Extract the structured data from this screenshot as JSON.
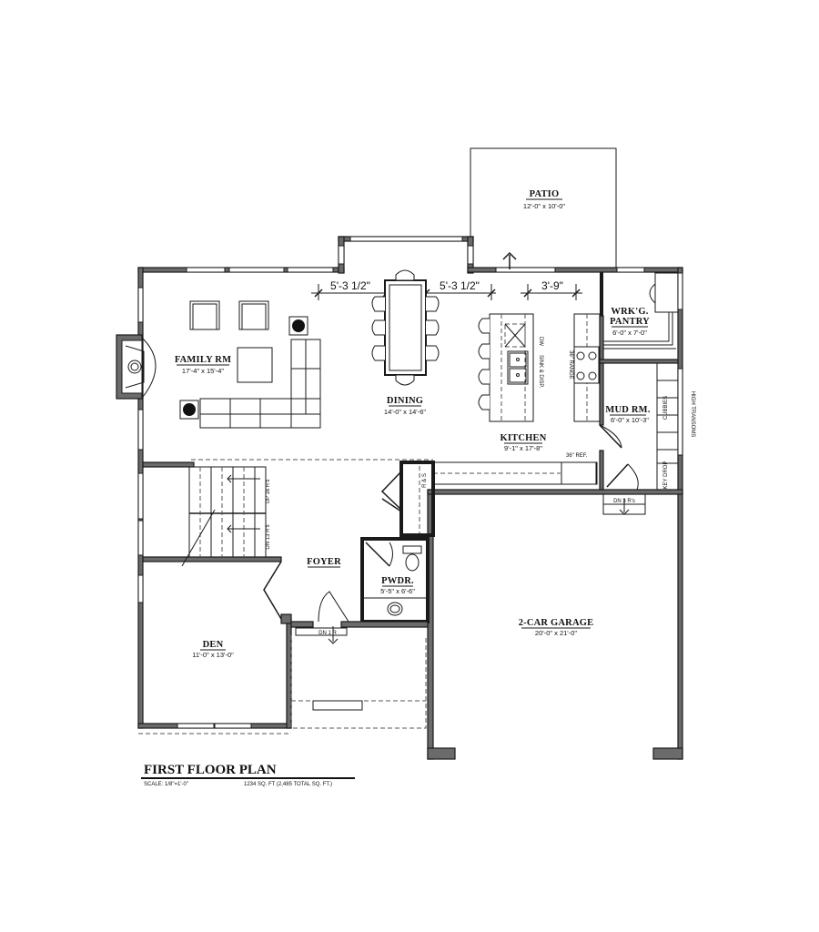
{
  "plan": {
    "title": "FIRST FLOOR PLAN",
    "scale": "SCALE: 1/8\"=1'-0\"",
    "area": "1234 SQ. FT (2,485 TOTAL SQ. FT.)"
  },
  "rooms": {
    "patio": {
      "name": "PATIO",
      "dim": "12'-0\" x 10'-0\""
    },
    "family": {
      "name": "FAMILY RM",
      "dim": "17'-4\" x 15'-4\""
    },
    "dining": {
      "name": "DINING",
      "dim": "14'-0\" x 14'-6\""
    },
    "kitchen": {
      "name": "KITCHEN",
      "dim": "9'-1\" x 17'-8\""
    },
    "pantry": {
      "name1": "WRK'G.",
      "name2": "PANTRY",
      "dim": "6'-0\" x 7'-0\""
    },
    "mud": {
      "name": "MUD RM.",
      "dim": "6'-0\" x 10'-3\""
    },
    "foyer": {
      "name": "FOYER"
    },
    "powder": {
      "name": "PWDR.",
      "dim": "5'-5\" x 6'-6\""
    },
    "den": {
      "name": "DEN",
      "dim": "11'-0\" x 13'-0\""
    },
    "garage": {
      "name": "2-CAR GARAGE",
      "dim": "20'-0\" x 21'-0\""
    }
  },
  "dimensions": {
    "d1": "5'-3 1/2\"",
    "d2": "5'-3 1/2\"",
    "d3": "3'-9\""
  },
  "notes": {
    "stairs_up": "UP 16 R's",
    "stairs_dn": "DN 13 R's",
    "rs": "R & S",
    "dw": "DW",
    "sink": "SINK & DISP.",
    "range": "36\" RANGE",
    "ref": "36\" REF.",
    "cubbies": "CUBBIES",
    "transoms": "HIGH TRANSOMS",
    "key_drop": "KEY DROP",
    "garage_steps": "DN 3 R's",
    "entry_steps": "DN 1 R"
  }
}
